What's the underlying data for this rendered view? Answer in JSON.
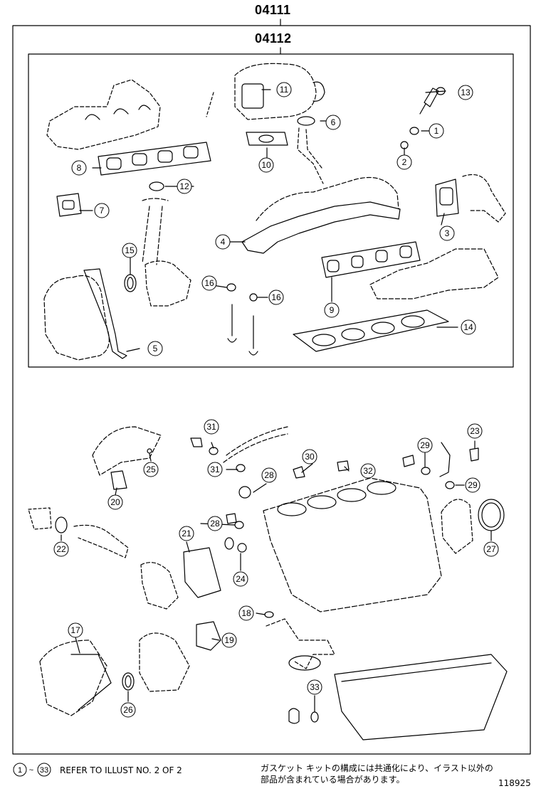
{
  "kits": {
    "outer_code": "04111",
    "inner_code": "04112"
  },
  "callouts": [
    "1",
    "2",
    "3",
    "4",
    "5",
    "6",
    "7",
    "8",
    "9",
    "10",
    "11",
    "12",
    "13",
    "14",
    "15",
    "16",
    "16",
    "17",
    "18",
    "19",
    "20",
    "21",
    "22",
    "23",
    "24",
    "25",
    "26",
    "27",
    "28",
    "28",
    "29",
    "29",
    "30",
    "31",
    "31",
    "32",
    "33"
  ],
  "footer": {
    "range_start": "1",
    "range_tilde": "~",
    "range_end": "33",
    "refer_note": "REFER TO ILLUST NO. 2 OF 2",
    "jp_note_line1": "ガスケット キットの構成には共通化により、イラスト以外の",
    "jp_note_line2": "部品が含まれている場合があります。",
    "illustration_number": "118925"
  }
}
